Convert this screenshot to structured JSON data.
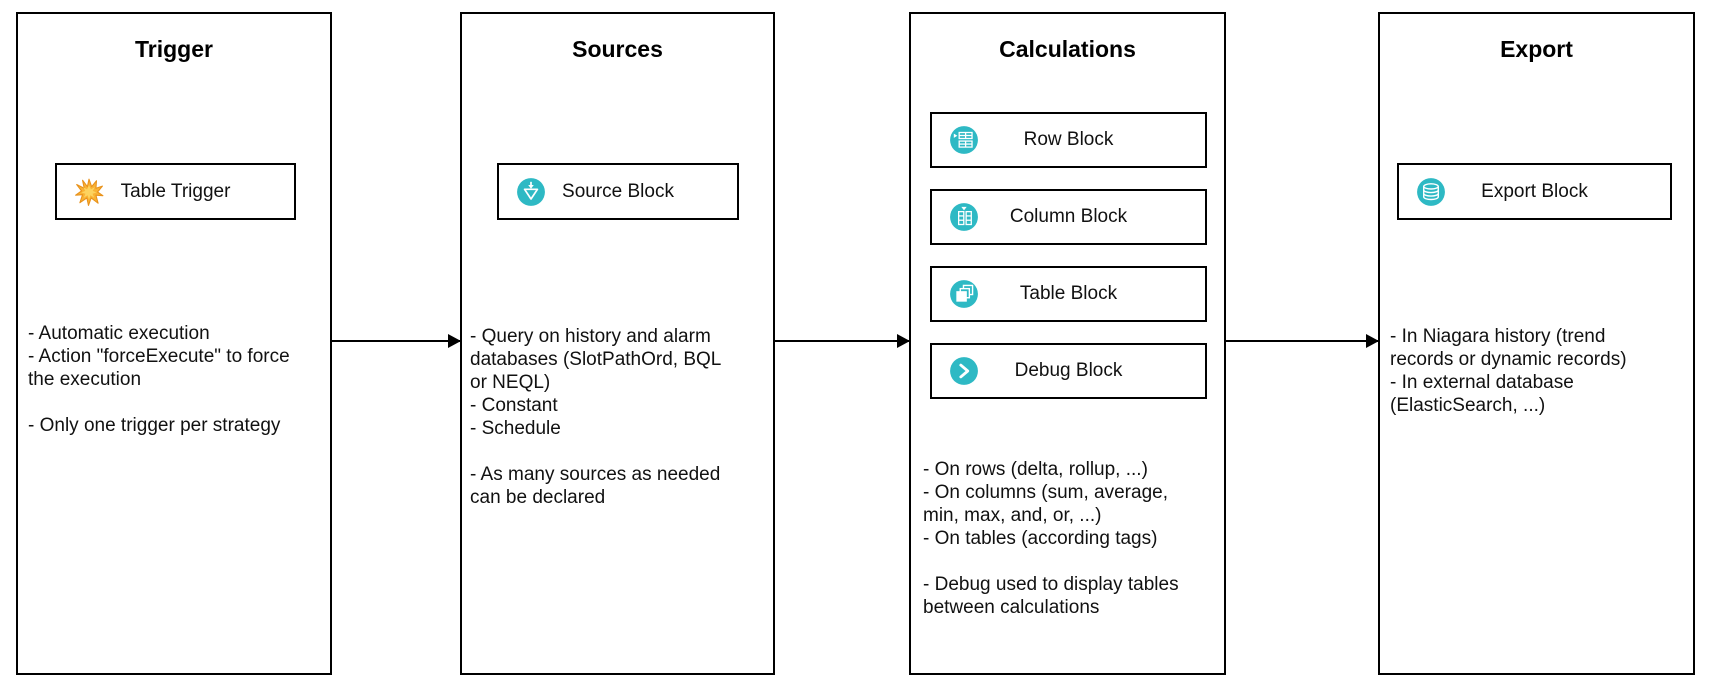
{
  "colors": {
    "accent_teal": "#2eb9c4",
    "spark_orange": "#f9b234",
    "spark_stroke": "#e8921c",
    "spark_inner": "#fdd35f",
    "border": "#000000"
  },
  "diagram": {
    "columns": [
      {
        "title": "Trigger",
        "blocks": [
          {
            "label": "Table Trigger",
            "icon": "spark-icon"
          }
        ],
        "notes": "- Automatic execution\n- Action \"forceExecute\" to force\nthe execution\n\n- Only one trigger per strategy"
      },
      {
        "title": "Sources",
        "blocks": [
          {
            "label": "Source Block",
            "icon": "funnel-icon"
          }
        ],
        "notes": "- Query on history and alarm\ndatabases (SlotPathOrd, BQL\nor NEQL)\n- Constant\n- Schedule\n\n- As many sources as needed\ncan be declared"
      },
      {
        "title": "Calculations",
        "blocks": [
          {
            "label": "Row Block",
            "icon": "table-rows-icon"
          },
          {
            "label": "Column Block",
            "icon": "table-columns-icon"
          },
          {
            "label": "Table Block",
            "icon": "stacked-tables-icon"
          },
          {
            "label": "Debug Block",
            "icon": "chevron-right-icon"
          }
        ],
        "notes": "- On rows (delta, rollup, ...)\n- On columns (sum, average,\nmin, max, and, or, ...)\n- On tables (according tags)\n\n- Debug used to display tables\nbetween calculations"
      },
      {
        "title": "Export",
        "blocks": [
          {
            "label": "Export Block",
            "icon": "database-icon"
          }
        ],
        "notes": "- In Niagara history (trend\nrecords or dynamic records)\n- In external database\n(ElasticSearch, ...)"
      }
    ],
    "connectors": [
      {
        "from": "Trigger",
        "to": "Sources"
      },
      {
        "from": "Sources",
        "to": "Calculations"
      },
      {
        "from": "Calculations",
        "to": "Export"
      }
    ]
  }
}
